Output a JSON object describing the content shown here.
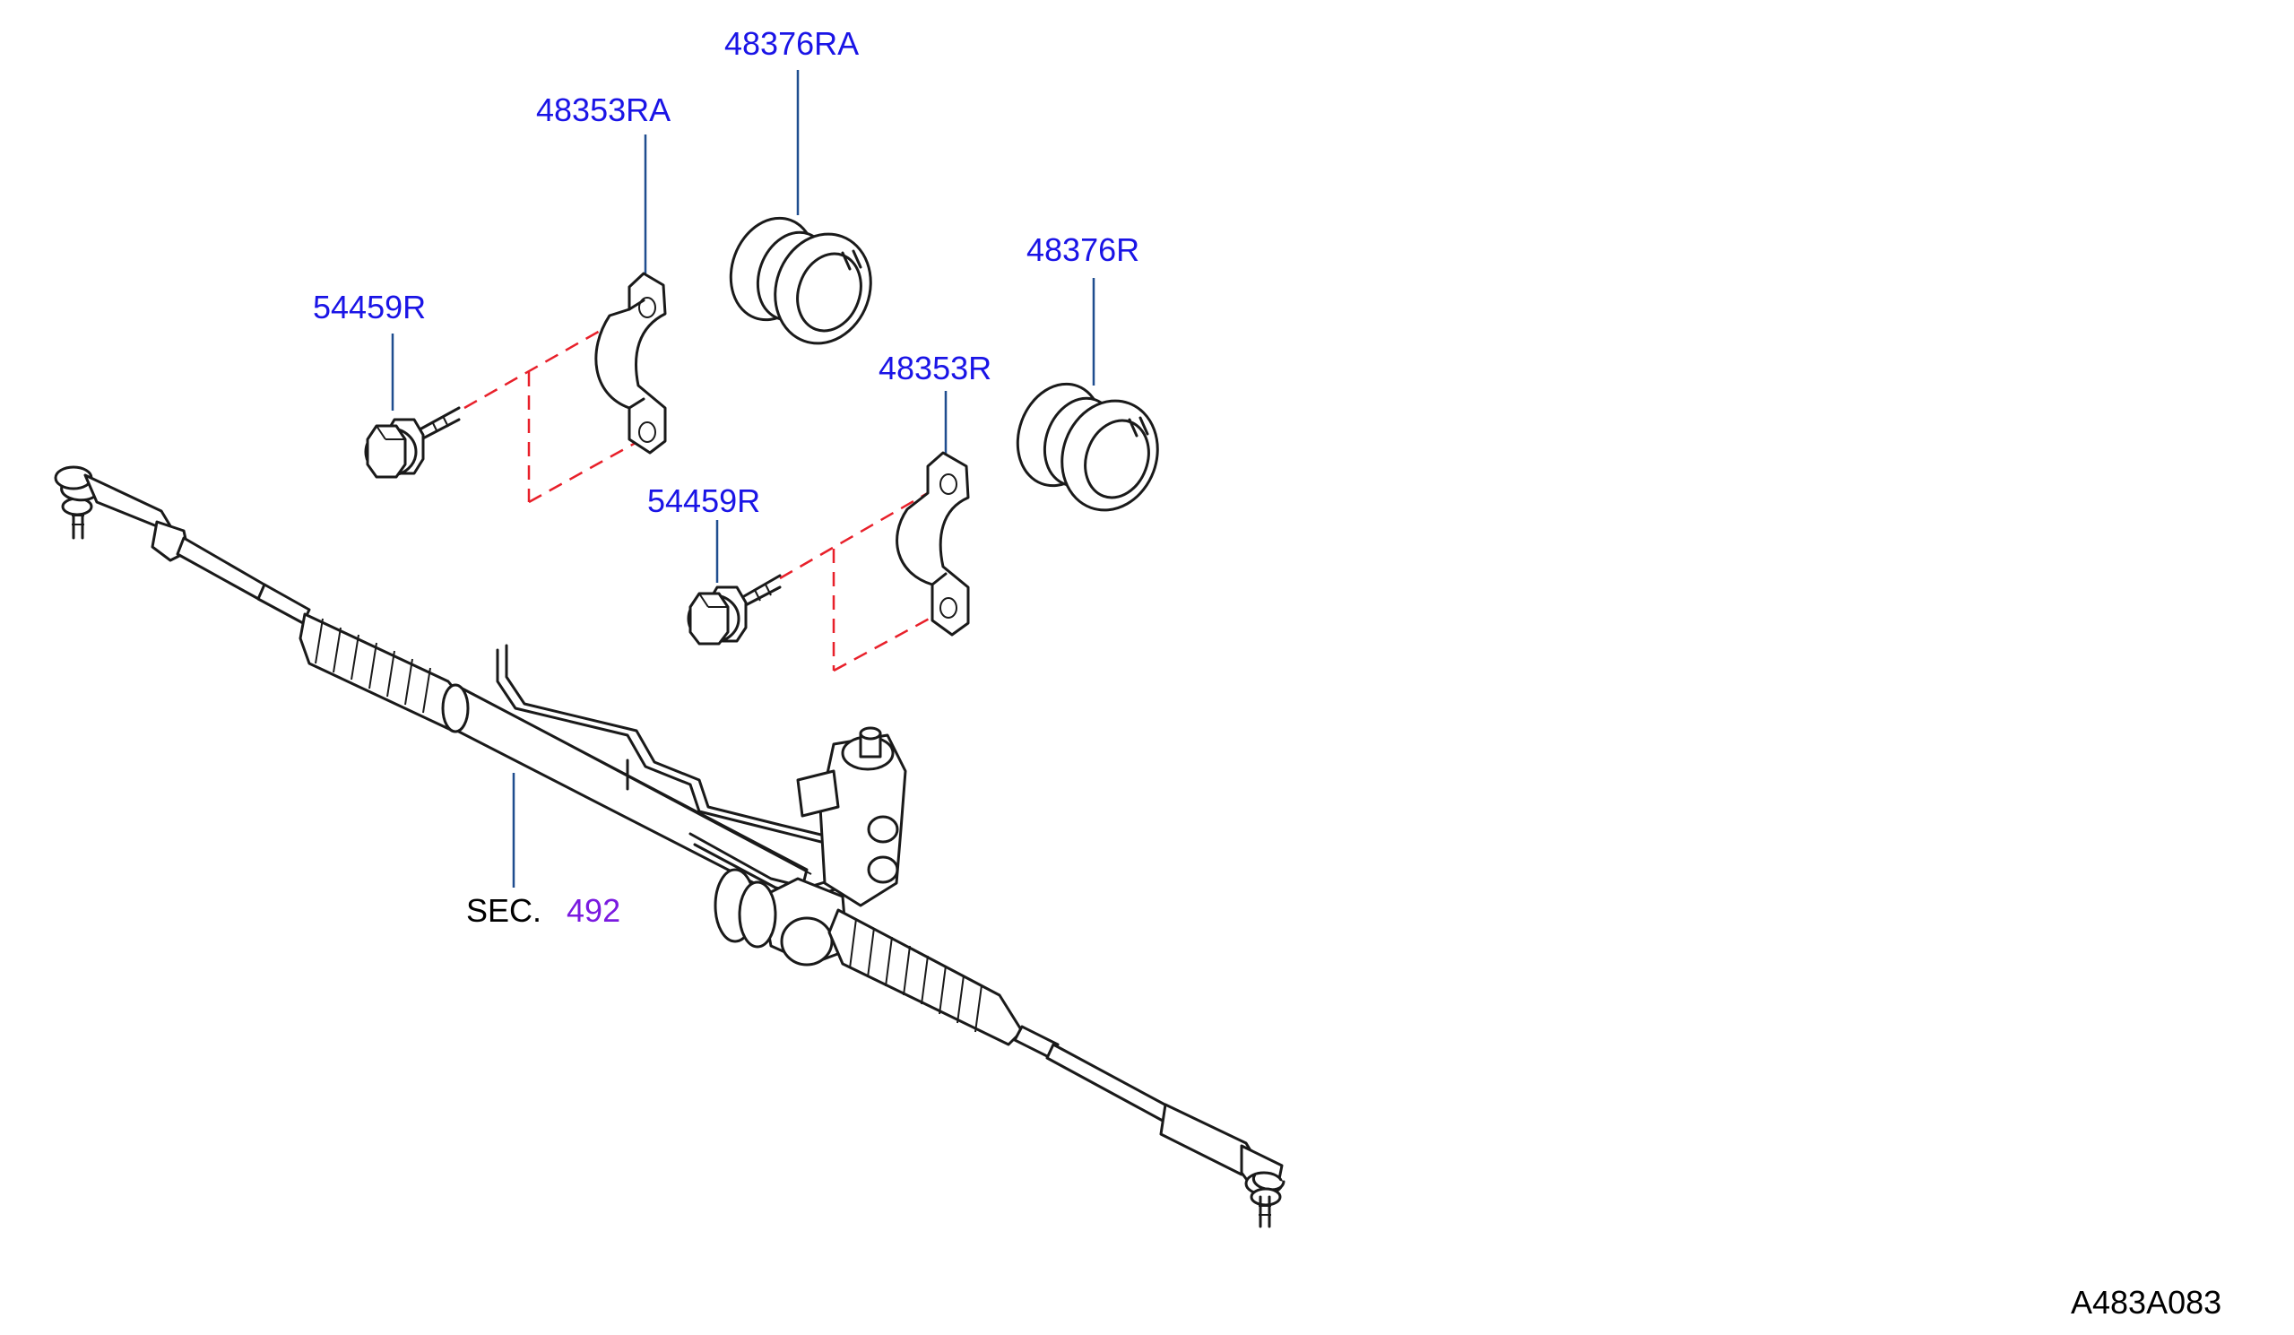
{
  "labels": {
    "p48376RA": "48376RA",
    "p48353RA": "48353RA",
    "p54459R_upper": "54459R",
    "p48376R": "48376R",
    "p48353R": "48353R",
    "p54459R_lower": "54459R"
  },
  "section_ref": {
    "prefix": "SEC.",
    "number": "492"
  },
  "drawing_code": "A483A083",
  "colors": {
    "part_label": "#1a14e6",
    "section_number": "#7a1ae0",
    "leader_line": "#1f4d8f",
    "dashed_guide": "#e8202a",
    "outline": "#1a1a1a"
  }
}
